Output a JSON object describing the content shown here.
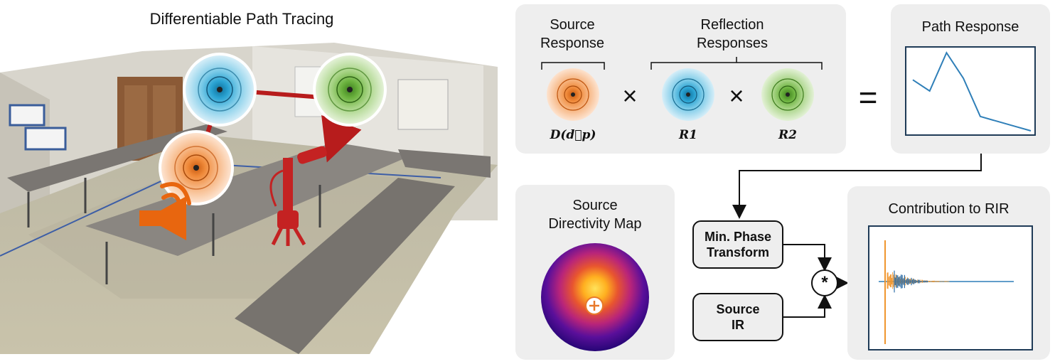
{
  "left": {
    "title": "Differentiable Path Tracing",
    "room_image": "room-3d-scan-with-tables"
  },
  "top_panel": {
    "source_label": "Source\nResponse",
    "reflection_label": "Reflection\nResponses",
    "source_symbol": "D(d⃗p)",
    "r1_symbol": "R1",
    "r2_symbol": "R2",
    "times_1": "×",
    "times_2": "×",
    "equals": "="
  },
  "path_response": {
    "title": "Path Response",
    "values": [
      0.64,
      0.5,
      0.98,
      0.66,
      0.18,
      0.12,
      0.06,
      0.0
    ]
  },
  "directivity": {
    "title": "Source\nDirectivity Map",
    "marker": "+"
  },
  "blocks": {
    "min_phase": "Min. Phase\nTransform",
    "source_ir": "Source\nIR",
    "convolve": "*"
  },
  "rir": {
    "title": "Contribution to RIR"
  },
  "colors": {
    "orange": "#e8792a",
    "blue": "#2a9fd0",
    "green": "#6cb33f",
    "red_path": "#b71c1c",
    "line_blue": "#2f7fb8",
    "panel": "#eeeeee"
  }
}
